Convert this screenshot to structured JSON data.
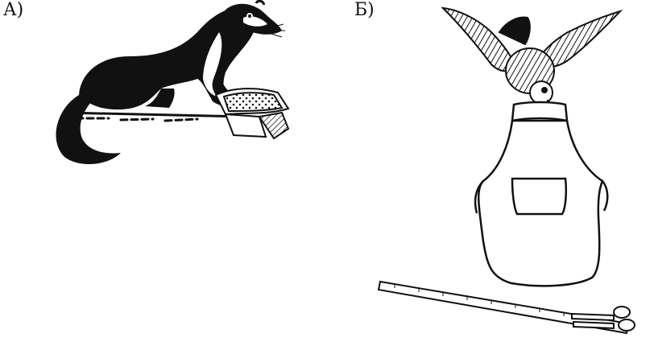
{
  "panels": [
    {
      "label": "А)",
      "items": [
        "weasel",
        "cloth"
      ]
    },
    {
      "label": "Б)",
      "items": [
        "bird",
        "apron",
        "ruler",
        "scissors"
      ]
    }
  ],
  "colors": {
    "ink": "#111111",
    "paper": "#ffffff"
  }
}
